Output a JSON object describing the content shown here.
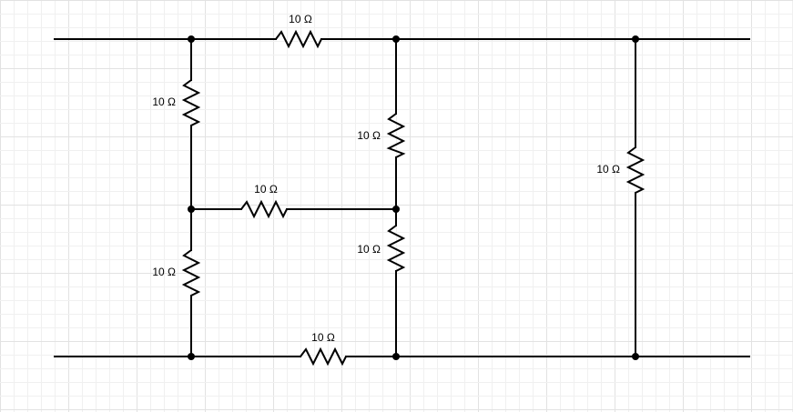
{
  "diagram": {
    "type": "resistor-network",
    "resistors": [
      {
        "id": "r-top",
        "label": "10 Ω"
      },
      {
        "id": "r-left-upper",
        "label": "10 Ω"
      },
      {
        "id": "r-mid-upper",
        "label": "10 Ω"
      },
      {
        "id": "r-middle-horizontal",
        "label": "10 Ω"
      },
      {
        "id": "r-mid-lower",
        "label": "10 Ω"
      },
      {
        "id": "r-left-lower",
        "label": "10 Ω"
      },
      {
        "id": "r-bottom",
        "label": "10 Ω"
      },
      {
        "id": "r-right",
        "label": "10 Ω"
      }
    ]
  },
  "colors": {
    "wire": "#000000",
    "grid": "#e2e2e2",
    "background": "#ffffff"
  }
}
